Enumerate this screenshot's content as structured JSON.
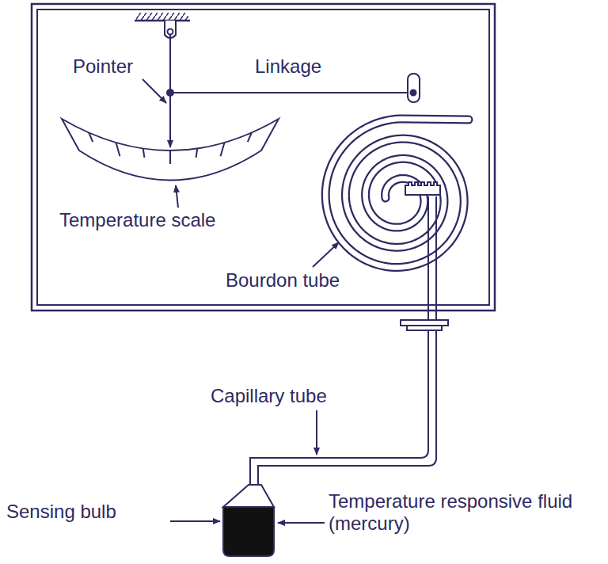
{
  "diagram": {
    "labels": [
      "Pointer",
      "Linkage",
      "Temperature scale",
      "Bourdon tube",
      "Capillary tube",
      "Sensing bulb",
      "Temperature responsive fluid (mercury)"
    ]
  }
}
